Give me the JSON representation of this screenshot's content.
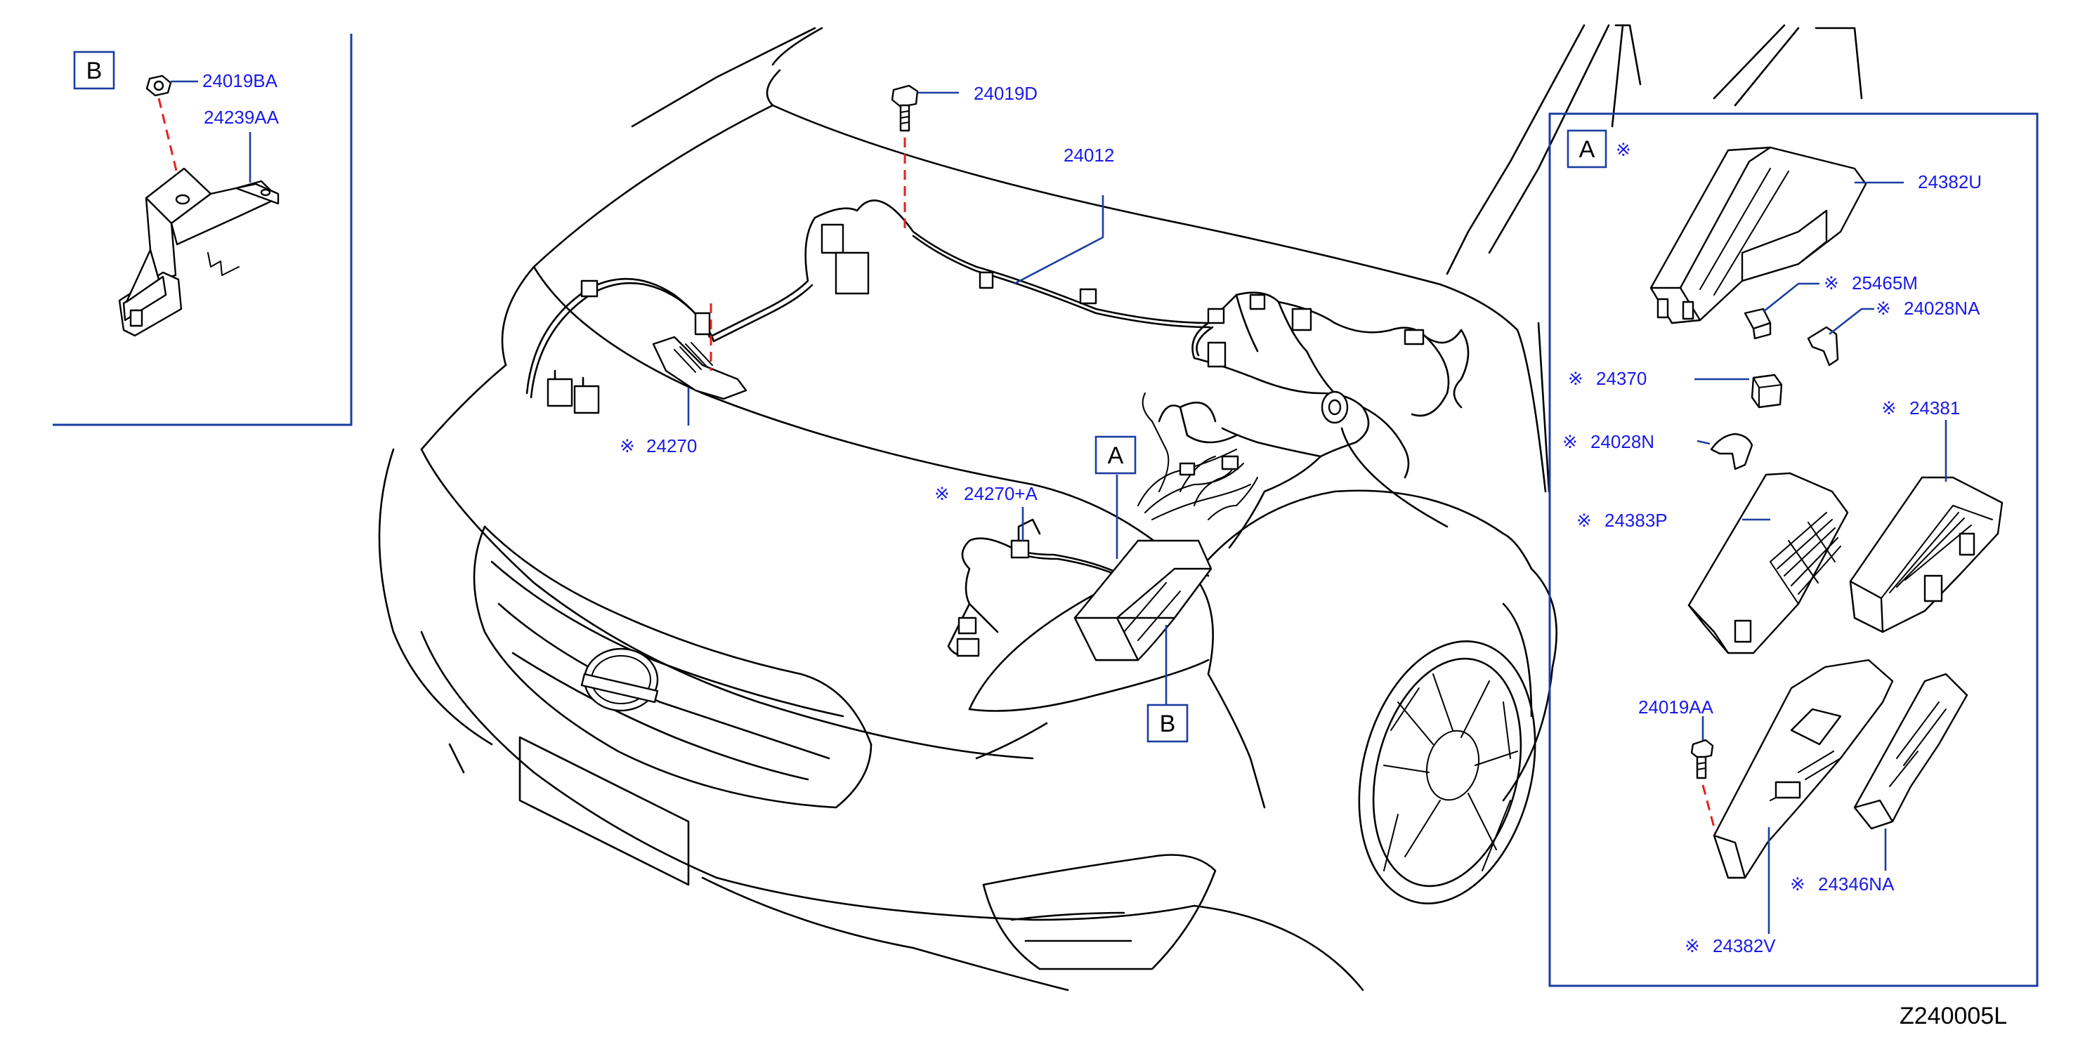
{
  "diagram_code": "Z240005L",
  "box_labels": {
    "a": "A",
    "b": "B"
  },
  "symbol": "※",
  "parts": {
    "p24019BA": "24019BA",
    "p24239AA": "24239AA",
    "p24019D": "24019D",
    "p24012": "24012",
    "p24270": "24270",
    "p24270A": "24270+A",
    "p24382U": "24382U",
    "p25465M": "25465M",
    "p24028NA": "24028NA",
    "p24370": "24370",
    "p24381": "24381",
    "p24028N": "24028N",
    "p24383P": "24383P",
    "p24019AA": "24019AA",
    "p24346NA": "24346NA",
    "p24382V": "24382V"
  },
  "colors": {
    "label_text": "#1a1ae6",
    "leader_line": "#1a3ea0",
    "fastener_axis": "#e62020",
    "line_art": "#000000"
  }
}
